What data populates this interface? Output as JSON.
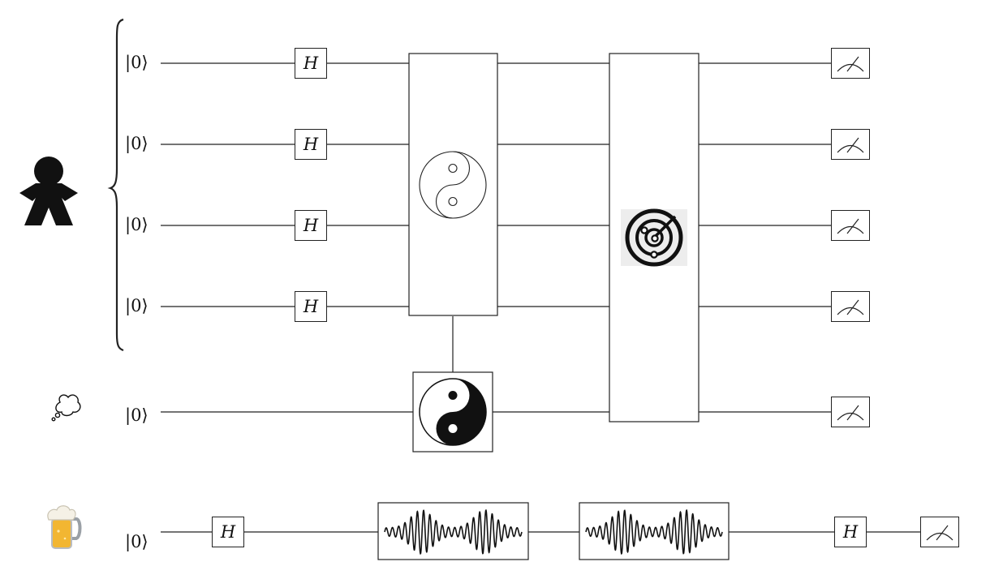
{
  "registers": [
    {
      "group": "person",
      "ket": "|0⟩"
    },
    {
      "group": "person",
      "ket": "|0⟩"
    },
    {
      "group": "person",
      "ket": "|0⟩"
    },
    {
      "group": "person",
      "ket": "|0⟩"
    },
    {
      "group": "thought",
      "ket": "|0⟩"
    },
    {
      "group": "beer",
      "ket": "|0⟩"
    }
  ],
  "gate_label": "H",
  "group_icons": {
    "register_group_1": "person-icon",
    "register_group_2": "thought-bubble-icon",
    "register_group_3": "beer-mug-icon"
  },
  "multi_qubit_gates": [
    {
      "icon": "yin-yang-outline-icon",
      "wires": [
        1,
        2,
        3,
        4
      ]
    },
    {
      "icon": "yin-yang-icon",
      "wires": [
        5
      ],
      "control_connection": true
    },
    {
      "icon": "radar-icon",
      "wires": [
        1,
        2,
        3,
        4,
        5
      ]
    },
    {
      "icon": "wave-packet-icon",
      "wires": [
        6
      ]
    },
    {
      "icon": "wave-packet-icon",
      "wires": [
        6
      ]
    }
  ],
  "measurements": {
    "icon": "meter-icon",
    "count": 6
  },
  "colors": {
    "line": "#222222",
    "beer": "#f2b632",
    "foam": "#f5f1e6"
  }
}
